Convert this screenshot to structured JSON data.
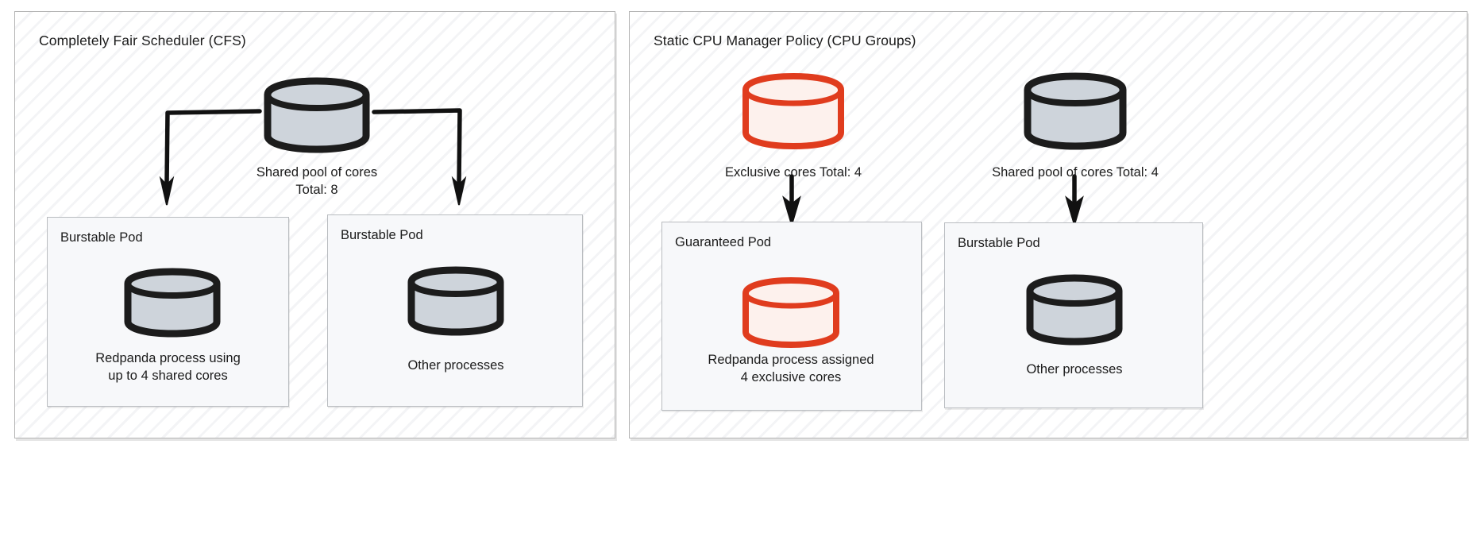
{
  "colors": {
    "cylinder_gray_fill": "#ced4db",
    "cylinder_gray_stroke": "#1c1c1c",
    "cylinder_red_fill": "#fdf1ed",
    "cylinder_red_stroke": "#e03c1e",
    "panel_border": "#b4b4b4",
    "pod_border": "#b9bcc0",
    "pod_fill": "#f7f8fa",
    "text": "#1b1b1b",
    "arrow": "#111111"
  },
  "panels": [
    {
      "id": "cfs",
      "title": "Completely Fair Scheduler (CFS)",
      "source": {
        "icon": "database-cylinder-icon",
        "variant": "gray",
        "caption": "Shared pool of cores\nTotal: 8"
      },
      "pods": [
        {
          "label": "Burstable Pod",
          "icon": "database-cylinder-icon",
          "variant": "gray",
          "caption": "Redpanda process using\nup to 4 shared cores"
        },
        {
          "label": "Burstable Pod",
          "icon": "database-cylinder-icon",
          "variant": "gray",
          "caption": "Other processes"
        }
      ]
    },
    {
      "id": "static",
      "title": "Static CPU Manager Policy (CPU Groups)",
      "sources": [
        {
          "icon": "database-cylinder-icon",
          "variant": "red",
          "caption": "Exclusive cores Total: 4"
        },
        {
          "icon": "database-cylinder-icon",
          "variant": "gray",
          "caption": "Shared pool of cores Total: 4"
        }
      ],
      "pods": [
        {
          "label": "Guaranteed Pod",
          "icon": "database-cylinder-icon",
          "variant": "red",
          "caption": "Redpanda process assigned\n4 exclusive cores"
        },
        {
          "label": "Burstable Pod",
          "icon": "database-cylinder-icon",
          "variant": "gray",
          "caption": "Other processes"
        }
      ]
    }
  ]
}
